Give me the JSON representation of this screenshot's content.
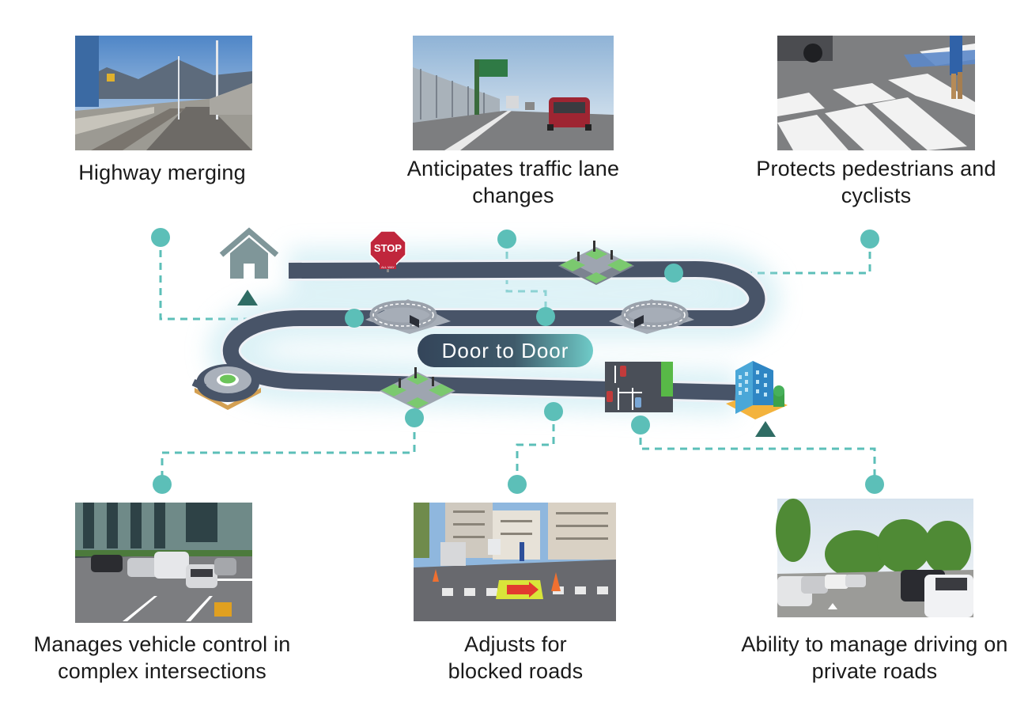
{
  "center_label": "Door to Door",
  "stop_sign_text": "STOP",
  "stop_sign_subtext": "ALL WAY",
  "colors": {
    "road": "#485468",
    "road_edge": "#eef1f6",
    "connector": "#5cbfb8",
    "house": "#7f9699",
    "marker": "#2f6c64",
    "badge_start": "#34455a",
    "badge_end": "#6fcbc8"
  },
  "features": [
    {
      "id": "highway-merging",
      "caption": "Highway merging",
      "photo": "highway-merge-photo"
    },
    {
      "id": "lane-changes",
      "caption": "Anticipates traffic lane changes",
      "photo": "highway-traffic-photo"
    },
    {
      "id": "pedestrians",
      "caption": "Protects pedestrians and cyclists",
      "photo": "crosswalk-photo"
    },
    {
      "id": "intersections",
      "caption": "Manages vehicle control in complex intersections",
      "photo": "intersection-photo"
    },
    {
      "id": "blocked-roads",
      "caption": "Adjusts for blocked roads",
      "photo": "roadwork-photo"
    },
    {
      "id": "private-roads",
      "caption": "Ability to manage driving on private roads",
      "photo": "parking-lot-photo"
    }
  ]
}
